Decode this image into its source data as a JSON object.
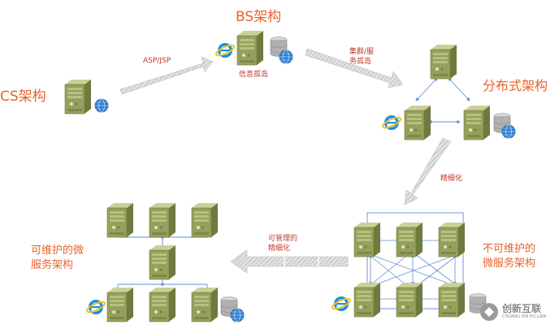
{
  "titles": {
    "cs": "CS架构",
    "bs": "BS架构",
    "distributed": "分布式架构",
    "maintainable_line1": "可维护的微",
    "maintainable_line2": "服务架构",
    "unmaintainable_line1": "不可维护的",
    "unmaintainable_line2": "微服务架构"
  },
  "arrow_labels": {
    "asp_jsp": "ASP/JSP",
    "info_island": "信息孤岛",
    "cluster_line1": "集群/服",
    "cluster_line2": "务孤岛",
    "refine": "精细化",
    "managed_line1": "可管理的",
    "managed_line2": "精细化"
  },
  "watermark": {
    "brand": "创新互联",
    "subtext": "CHUANG XIN HU LIAN"
  },
  "colors": {
    "title_accent": "#e8612c",
    "server_body": "#8f9b5a",
    "server_light": "#b9c27f",
    "connector_blue": "#5b8fd6",
    "arrow_gray": "#c8c8c8"
  }
}
